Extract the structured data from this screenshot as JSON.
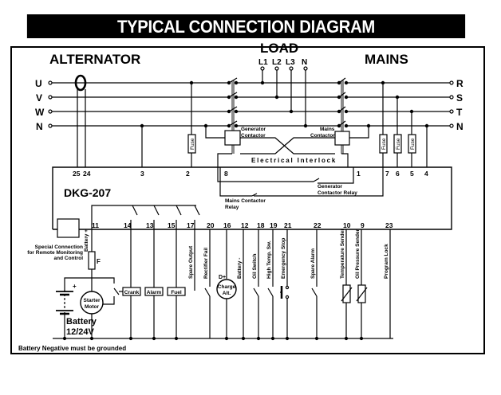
{
  "title": "TYPICAL CONNECTION DIAGRAM",
  "sections": {
    "alternator": "ALTERNATOR",
    "load": "LOAD",
    "mains": "MAINS"
  },
  "load_terminals": [
    "L1",
    "L2",
    "L3",
    "N"
  ],
  "alternator_phases": [
    "U",
    "V",
    "W",
    "N"
  ],
  "mains_phases": [
    "R",
    "S",
    "T",
    "N"
  ],
  "controller": {
    "model": "DKG-207",
    "top_terminals": [
      "25",
      "24",
      "3",
      "2",
      "8",
      "1",
      "7",
      "6",
      "5",
      "4"
    ],
    "bottom_terminals": [
      "11",
      "14",
      "13",
      "15",
      "17",
      "20",
      "16",
      "12",
      "18",
      "19",
      "21",
      "22",
      "10",
      "9",
      "23"
    ]
  },
  "labels": {
    "generator_contactor": [
      "Generator",
      "Contactor"
    ],
    "mains_contactor": [
      "Mains",
      "Contactor"
    ],
    "electrical_interlock": "Electrical Interlock",
    "generator_contactor_relay": [
      "Generator",
      "Contactor Relay"
    ],
    "mains_contactor_relay": [
      "Mains Contactor",
      "Relay"
    ],
    "fuse": "Fuse",
    "special_connection": [
      "Special Connection",
      "for Remote Monitoring",
      "and Control"
    ],
    "battery_plus": "Battery +",
    "fuse_f": "F",
    "plus_sign": "+",
    "starter_motor": [
      "Starter",
      "Motor"
    ],
    "battery": [
      "Battery",
      "12/24V"
    ],
    "crank": "Crank",
    "alarm": "Alarm",
    "fuel": "Fuel",
    "spare_output": "Spare Output",
    "rectifier_fail": "Rectifier Fail",
    "d_plus": "D+",
    "charge_alt": [
      "Charge",
      "Alt."
    ],
    "battery_minus": "Battery -",
    "oil_switch": "Oil Switch",
    "high_temp_sw": "High Temp. Sw.",
    "emergency_stop": "Emergency Stop",
    "spare_alarm": "Spare Alarm",
    "temperature_sender": "Temperature Sender",
    "oil_pressure_sender": "Oil Pressure Sender",
    "program_lock": "Program Lock"
  },
  "footnote": "Battery Negative must be grounded"
}
